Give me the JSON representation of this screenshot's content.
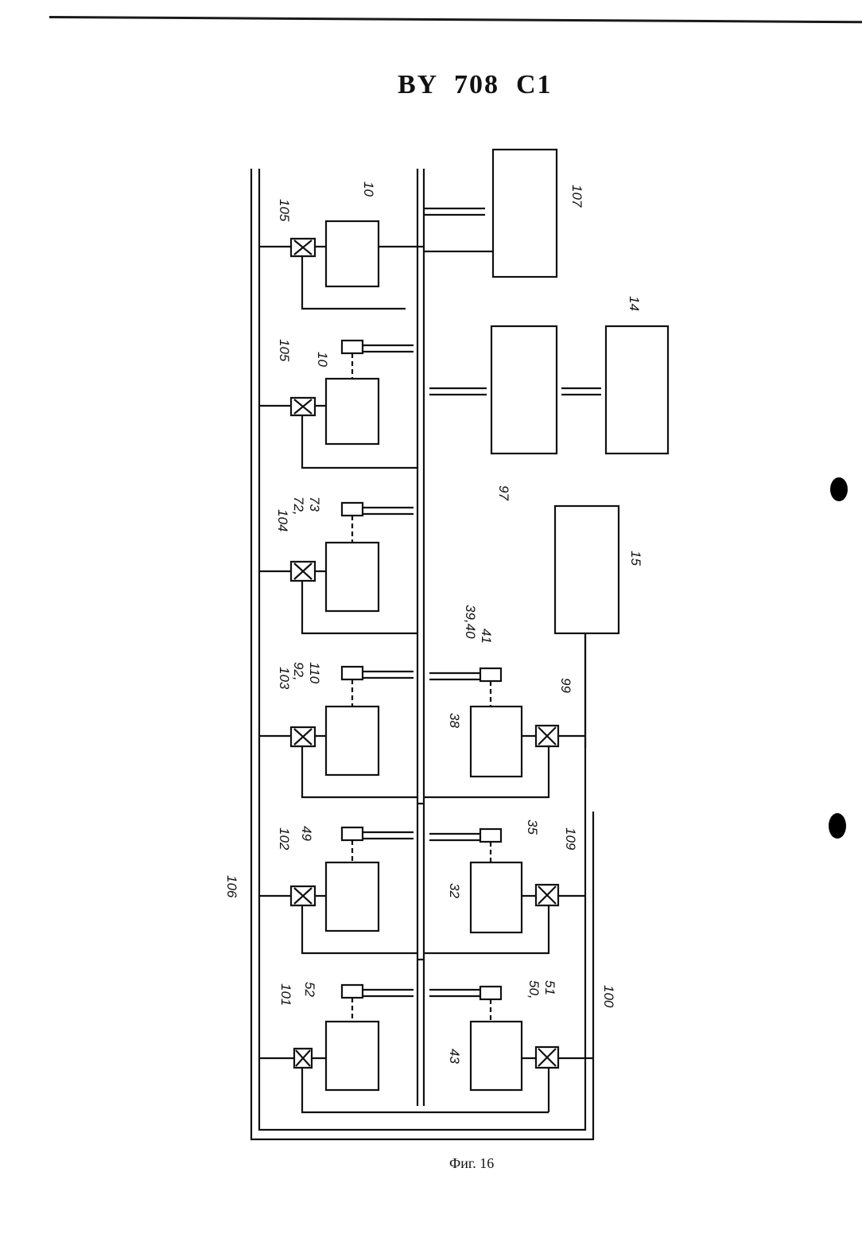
{
  "header": {
    "document_number": "BY  708  C1"
  },
  "figure": {
    "caption": "Фиг. 16"
  },
  "labels": {
    "l105a": "105",
    "l10a": "10",
    "l107": "107",
    "l105b": "105",
    "l10b": "10",
    "l14": "14",
    "l97": "97",
    "l104": "104",
    "l7273": "72,",
    "l7273b": "73",
    "l15": "15",
    "l103": "103",
    "l92110": "92,",
    "l92110b": "110",
    "l394041": "39,40",
    "l394041b": "41",
    "l38": "38",
    "l99": "99",
    "l102": "102",
    "l49": "49",
    "l35": "35",
    "l109": "109",
    "l32": "32",
    "l106": "106",
    "l101": "101",
    "l52": "52",
    "l5051": "50,",
    "l5051b": "51",
    "l100": "100",
    "l43": "43"
  }
}
